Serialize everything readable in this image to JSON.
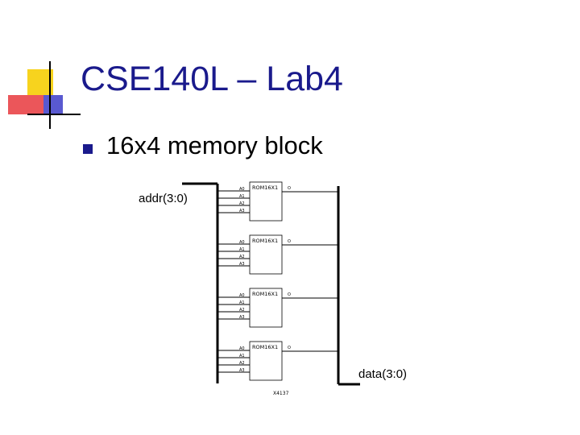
{
  "slide": {
    "title": "CSE140L – Lab4",
    "bullets": [
      "16x4 memory block"
    ]
  },
  "colors": {
    "title": "#1a1a8c",
    "bullet": "#1a1a8c",
    "logo_yellow": "#f7d31e",
    "logo_red": "#e8383d",
    "logo_blue": "#3c3cc8"
  },
  "diagram": {
    "input_label": "addr(3:0)",
    "output_label": "data(3:0)",
    "footer_label": "X4137",
    "rom_blocks": [
      {
        "name": "ROM16X1",
        "inputs": [
          "A0",
          "A1",
          "A2",
          "A3"
        ],
        "output": "O"
      },
      {
        "name": "ROM16X1",
        "inputs": [
          "A0",
          "A1",
          "A2",
          "A3"
        ],
        "output": "O"
      },
      {
        "name": "ROM16X1",
        "inputs": [
          "A0",
          "A1",
          "A2",
          "A3"
        ],
        "output": "O"
      },
      {
        "name": "ROM16X1",
        "inputs": [
          "A0",
          "A1",
          "A2",
          "A3"
        ],
        "output": "O"
      }
    ]
  }
}
